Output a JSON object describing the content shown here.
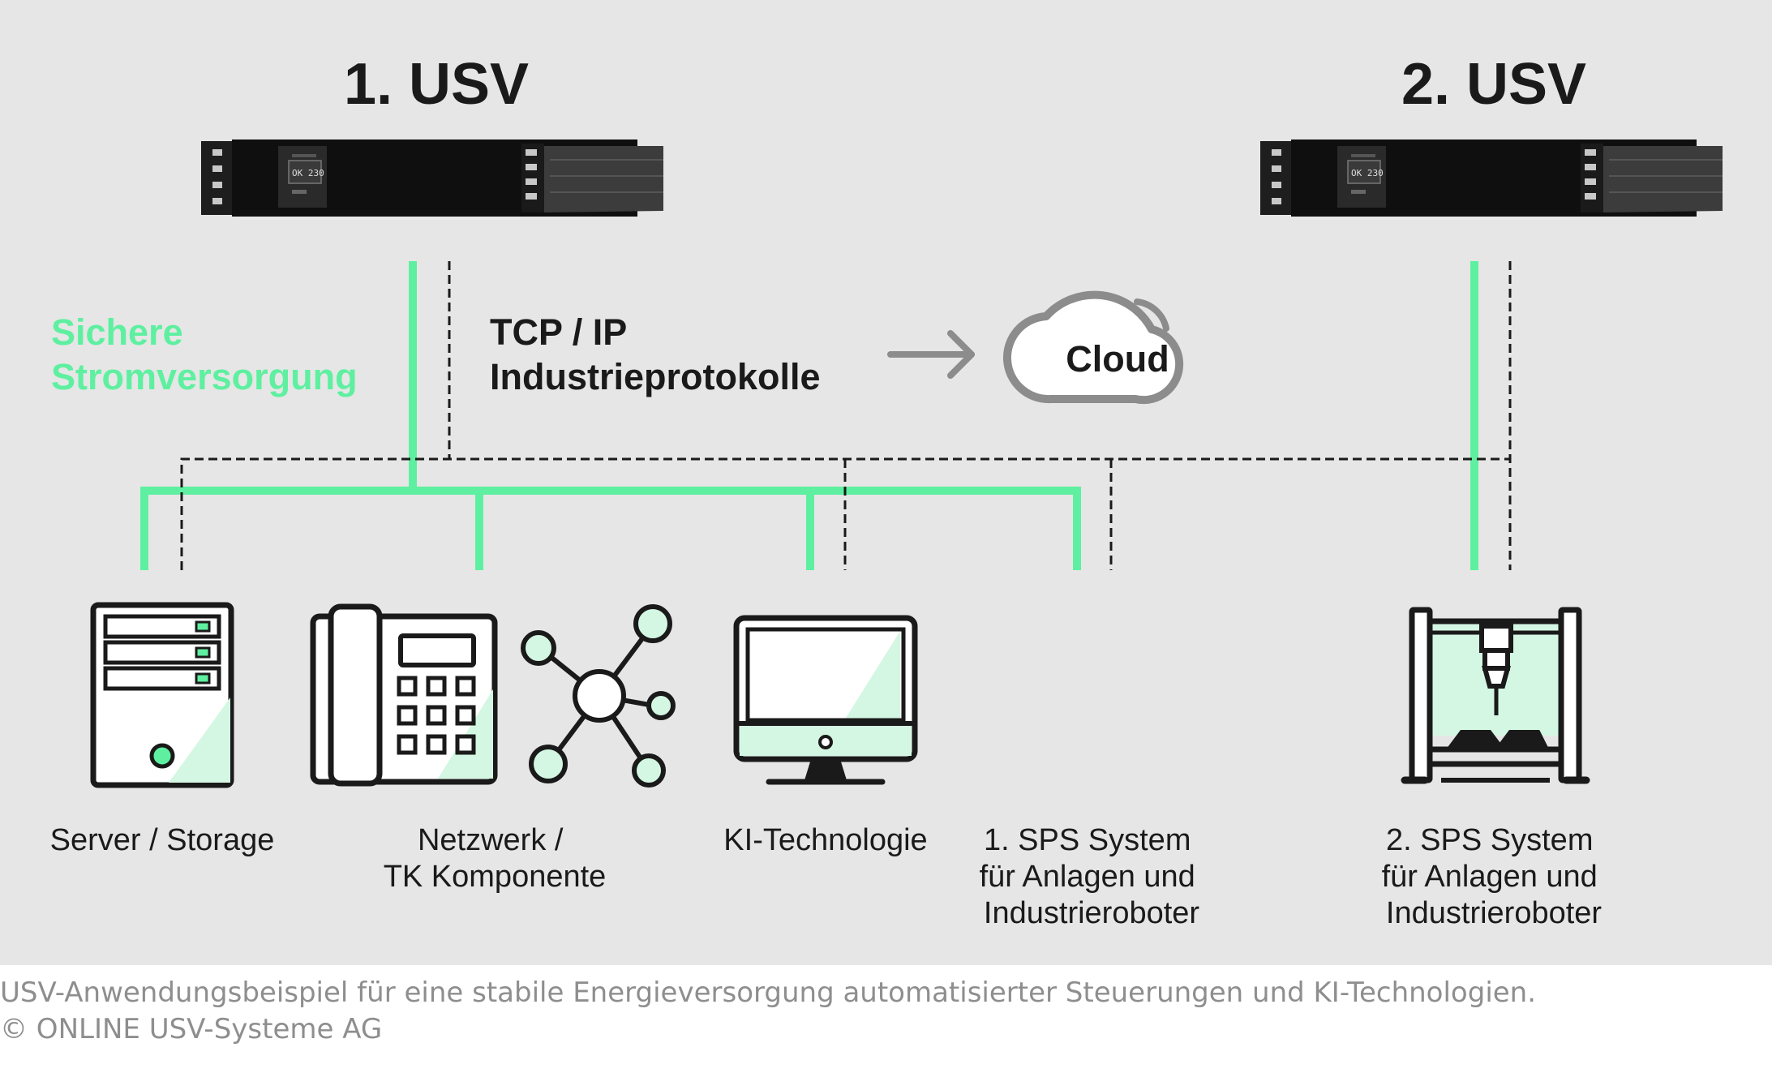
{
  "ups": [
    {
      "title": "1. USV"
    },
    {
      "title": "2. USV"
    }
  ],
  "power_label": [
    "Sichere",
    "Stromversorgung"
  ],
  "protocol_label": [
    "TCP / IP",
    "Industrieprotokolle"
  ],
  "cloud_label": "Cloud",
  "devices": [
    {
      "icon": "server-icon",
      "label": [
        "Server / Storage"
      ]
    },
    {
      "icon": "telephone-icon",
      "label": [
        "Netzwerk /",
        "TK Komponente"
      ]
    },
    {
      "icon": "network-hub-icon",
      "label": []
    },
    {
      "icon": "monitor-icon",
      "label": [
        "KI-Technologie"
      ]
    },
    {
      "icon": "industrial-robot-icon",
      "label": [
        "1. SPS System",
        "für Anlagen und",
        "Industrieroboter"
      ]
    },
    {
      "icon": "industrial-robot-icon",
      "label": [
        "2. SPS System",
        "für Anlagen und",
        "Industrieroboter"
      ]
    }
  ],
  "caption": {
    "line1": "USV-Anwendungsbeispiel für eine stabile Energieversorgung automatisierter Steuerungen und KI-Technologien.",
    "line2": "© ONLINE USV-Systeme AG"
  },
  "colors": {
    "accent_green": "#5ef0a0",
    "light_green": "#d4f7e3",
    "background": "#e6e6e6",
    "ink": "#1a1a1a",
    "cloud_gray": "#8c8c8c",
    "caption_gray": "#8e8e8e"
  }
}
